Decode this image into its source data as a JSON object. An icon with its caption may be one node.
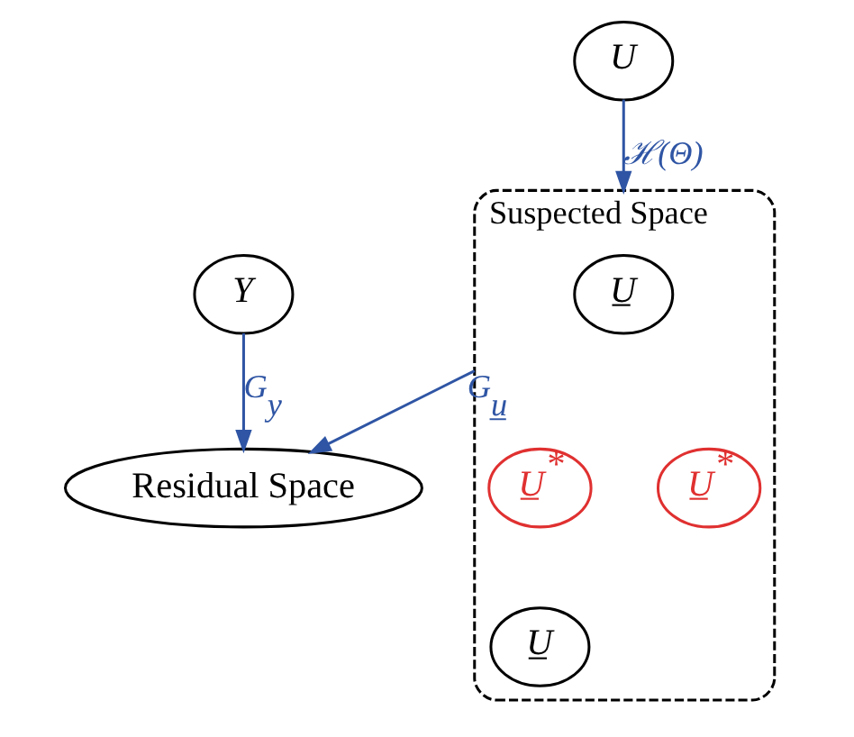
{
  "diagram": {
    "nodes": [
      {
        "text": [
          "Y"
        ]
      },
      {
        "text": [
          "Suspected Space"
        ]
      },
      {
        "text": [
          "U̲"
        ],
        "in": 1
      },
      {
        "text": [
          "U̲$^{*}$"
        ],
        "in": 1
      },
      {
        "text": [
          "U̲$^{*}$"
        ],
        "in": 1
      },
      {
        "text": [
          "U̲"
        ],
        "in": 1
      },
      {
        "text": [
          "Residual Space"
        ]
      },
      {
        "text": [
          "U"
        ]
      }
    ],
    "edges": [
      {
        "from": 0,
        "to": 6,
        "arrow": "to",
        "label": "G$_{y}$"
      },
      {
        "from": 1,
        "to": 6,
        "arrow": "to",
        "label": "G$_{u̲}$"
      },
      {
        "from": 7,
        "to": 1,
        "arrow": "to",
        "label": "ℋ(Θ)"
      }
    ]
  }
}
